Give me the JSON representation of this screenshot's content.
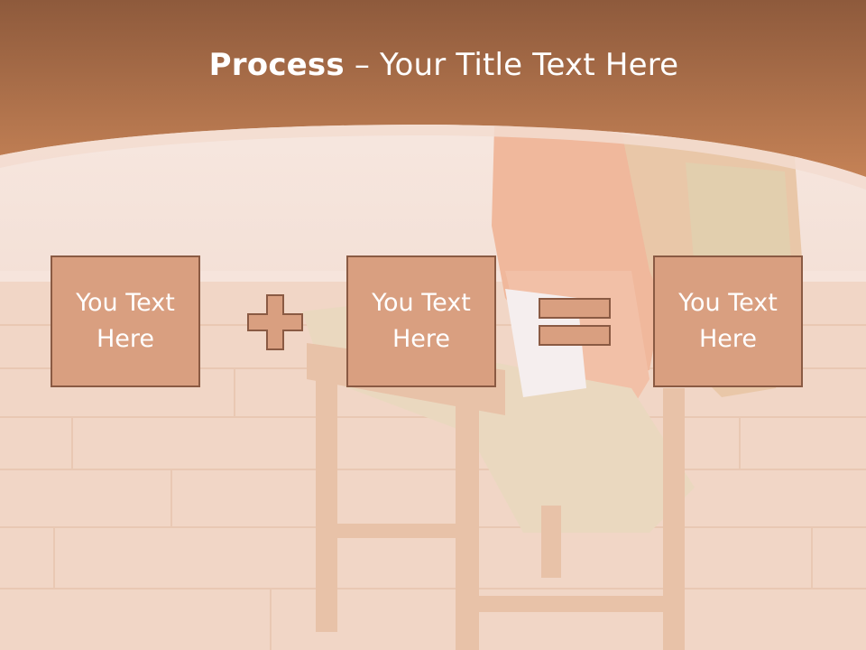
{
  "slide": {
    "title_bold": "Process",
    "title_dash": " – ",
    "title_rest": "Your Title Text Here"
  },
  "process_boxes": [
    {
      "text": "You Text Here"
    },
    {
      "text": "You Text Here"
    },
    {
      "text": "You Text Here"
    }
  ],
  "operators": [
    "plus-icon",
    "equals-icon"
  ],
  "colors": {
    "header": "#bf7a50",
    "box_fill": "#d99f80",
    "box_border": "#8a5a43",
    "text": "#ffffff"
  }
}
